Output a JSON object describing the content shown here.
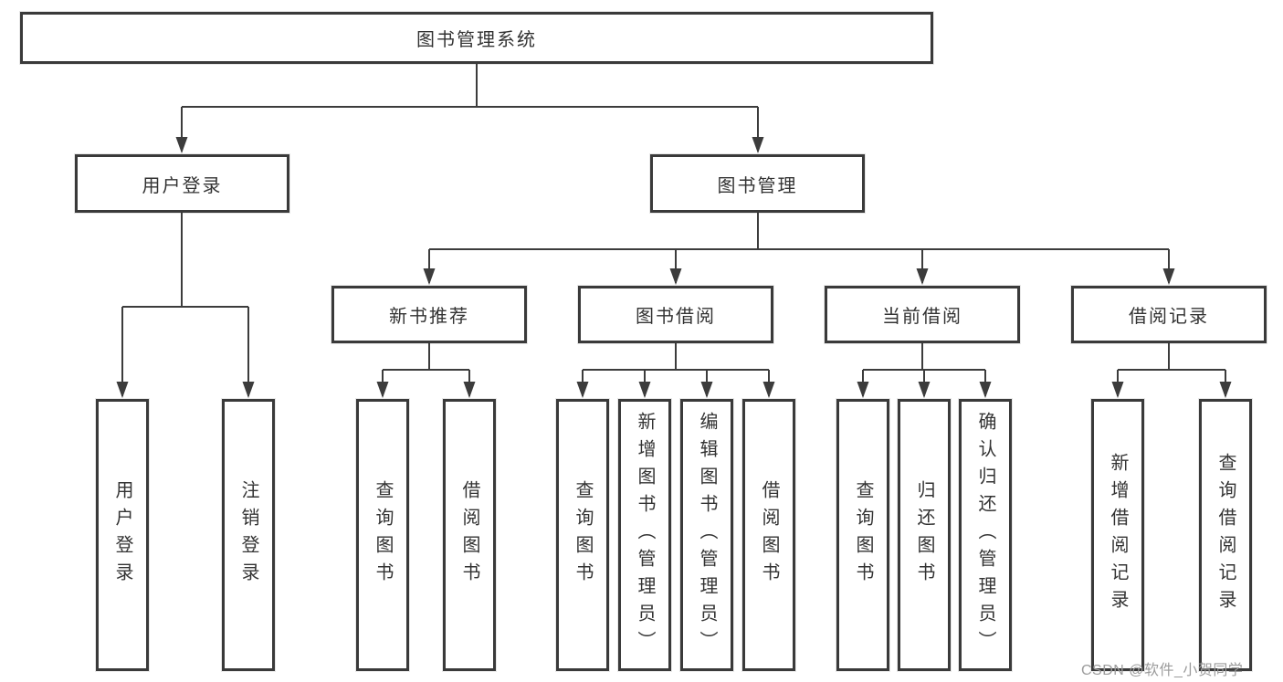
{
  "diagram": {
    "root": "图书管理系统",
    "branches": [
      {
        "label": "用户登录",
        "children": [
          "用户登录",
          "注销登录"
        ]
      },
      {
        "label": "图书管理",
        "groups": [
          {
            "label": "新书推荐",
            "children": [
              "查询图书",
              "借阅图书"
            ]
          },
          {
            "label": "图书借阅",
            "children": [
              "查询图书",
              "新增图书（管理员）",
              "编辑图书（管理员）",
              "借阅图书"
            ]
          },
          {
            "label": "当前借阅",
            "children": [
              "查询图书",
              "归还图书",
              "确认归还（管理员）"
            ]
          },
          {
            "label": "借阅记录",
            "children": [
              "新增借阅记录",
              "查询借阅记录"
            ]
          }
        ]
      }
    ]
  },
  "watermark": {
    "text": "CSDN @软件_小贺同学"
  },
  "colors": {
    "line": "#3c3c3c",
    "box_border": "#3a3a3a",
    "text": "#333333",
    "watermark": "#9b9b9b",
    "background": "#ffffff"
  }
}
